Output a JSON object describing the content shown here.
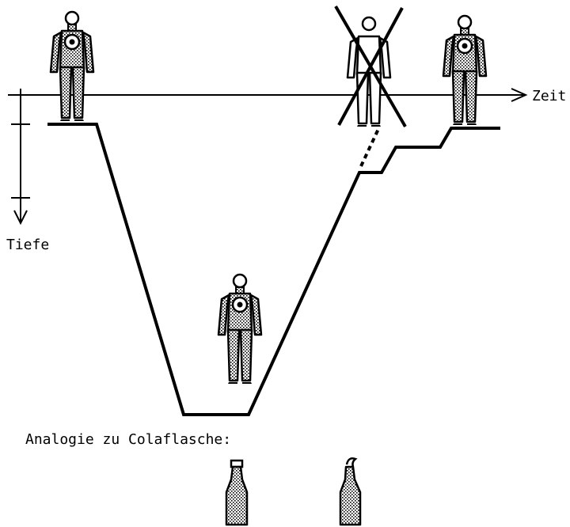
{
  "axes": {
    "time_label": "Zeit",
    "depth_label": "Tiefe"
  },
  "analogy": {
    "caption": "Analogie zu Colaflasche:"
  },
  "colors": {
    "ink": "#000000",
    "background": "#ffffff"
  },
  "icons": {
    "figure": "human-figure-icon",
    "bottle_closed": "closed-bottle-icon",
    "bottle_open": "open-bottle-icon",
    "cross": "x-mark-icon"
  }
}
